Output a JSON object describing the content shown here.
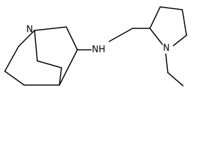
{
  "molecule": {
    "atoms": {
      "quinuclidine_n": "N",
      "amine_nh": "NH",
      "pyrrolidine_n": "N"
    }
  }
}
